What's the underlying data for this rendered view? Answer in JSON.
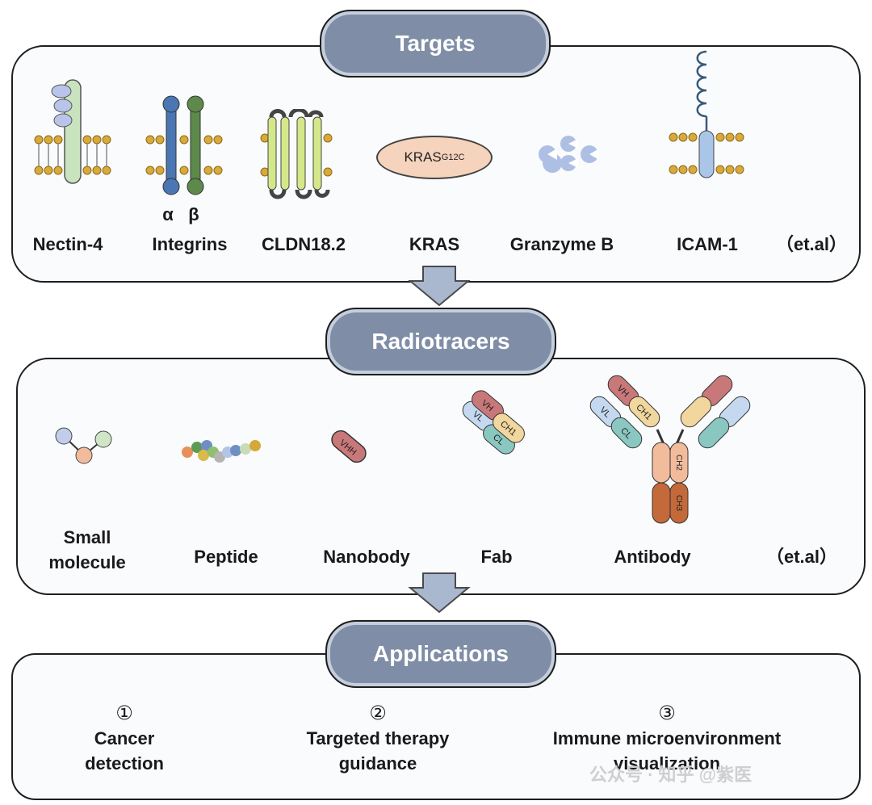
{
  "sections": {
    "targets": {
      "title": "Targets",
      "items": [
        "Nectin-4",
        "Integrins",
        "CLDN18.2",
        "KRAS",
        "Granzyme B",
        "ICAM-1",
        "（et.al）"
      ],
      "integrin_alpha": "α",
      "integrin_beta": "β",
      "kras_label": "KRAS",
      "kras_sup": "G12C"
    },
    "radiotracers": {
      "title": "Radiotracers",
      "items": [
        "Small molecule",
        "Peptide",
        "Nanobody",
        "Fab",
        "Antibody",
        "（et.al）"
      ],
      "small_line1": "Small",
      "small_line2": "molecule",
      "domains": {
        "vhh": "VHH",
        "vh": "VH",
        "vl": "VL",
        "ch1": "CH1",
        "cl": "CL",
        "ch2": "CH2",
        "ch3": "CH3"
      }
    },
    "applications": {
      "title": "Applications",
      "items": [
        {
          "num": "①",
          "line1": "Cancer",
          "line2": "detection"
        },
        {
          "num": "②",
          "line1": "Targeted therapy",
          "line2": "guidance"
        },
        {
          "num": "③",
          "line1": "Immune microenvironment",
          "line2": "visualization"
        }
      ]
    }
  },
  "watermark": "公众号 · 知乎 @紫医",
  "colors": {
    "pill": "#7f8ea6",
    "arrow": "#a9b8cf",
    "lipid": "#d9a93a",
    "integrin_alpha": "#4a76b3",
    "integrin_beta": "#5d8a4a",
    "kras": "#f5d3bd",
    "granzyme": "#aebfe4",
    "icam": "#a9c6e8"
  }
}
